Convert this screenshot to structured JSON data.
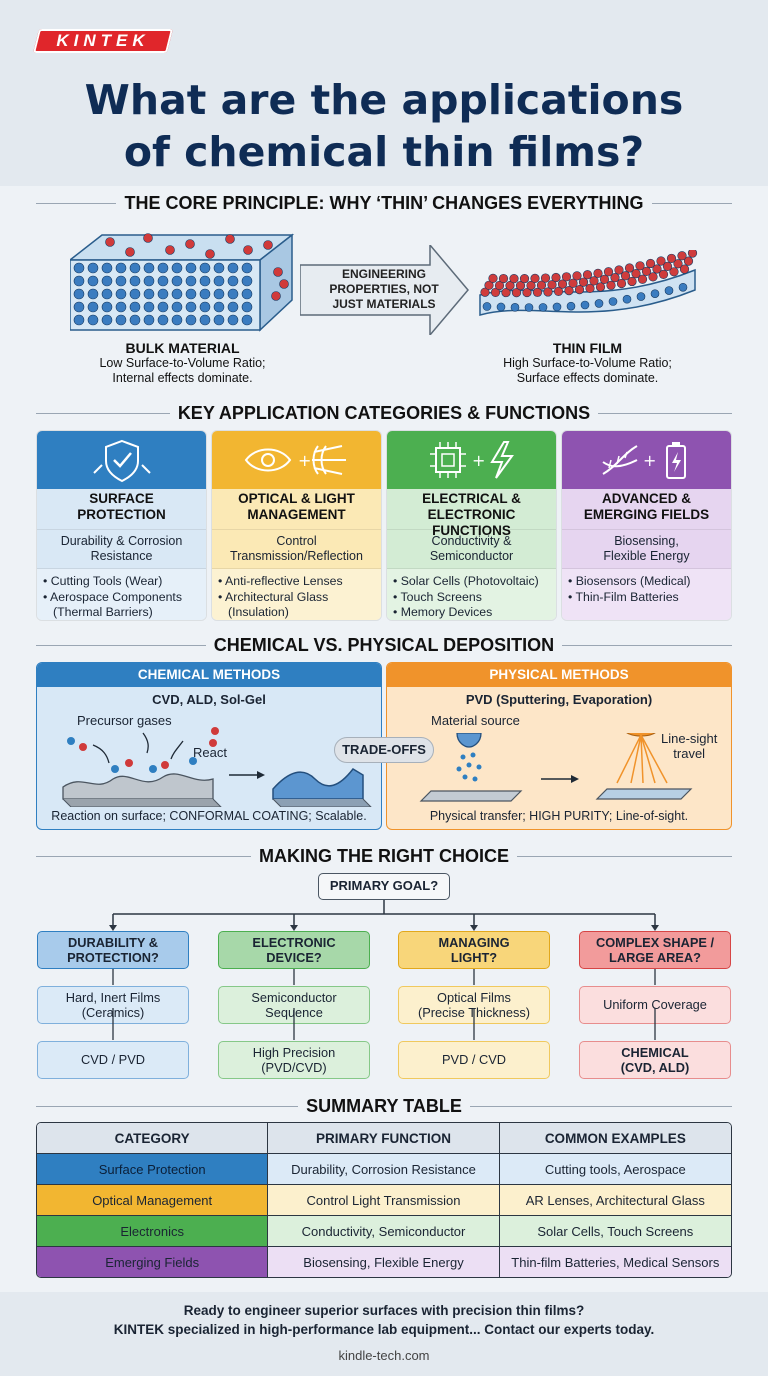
{
  "brand": "KINTEK",
  "title_line1": "What are the applications",
  "title_line2": "of chemical thin films?",
  "core": {
    "section": "THE CORE PRINCIPLE: WHY ‘THIN’ CHANGES EVERYTHING",
    "arrow_text": "ENGINEERING PROPERTIES, NOT JUST MATERIALS",
    "bulk_title": "BULK MATERIAL",
    "bulk_desc1": "Low Surface-to-Volume Ratio;",
    "bulk_desc2": "Internal effects dominate.",
    "thin_title": "THIN FILM",
    "thin_desc1": "High Surface-to-Volume Ratio;",
    "thin_desc2": "Surface effects dominate."
  },
  "categories": {
    "section": "KEY APPLICATION CATEGORIES & FUNCTIONS",
    "items": [
      {
        "name1": "SURFACE",
        "name2": "PROTECTION",
        "func1": "Durability & Corrosion",
        "func2": "Resistance",
        "ex": [
          "• Cutting Tools (Wear)",
          "• Aerospace Components",
          "  (Thermal Barriers)"
        ],
        "color": "#2f7fc1"
      },
      {
        "name1": "OPTICAL & LIGHT",
        "name2": "MANAGEMENT",
        "func1": "Control",
        "func2": "Transmission/Reflection",
        "ex": [
          "• Anti-reflective Lenses",
          "• Architectural Glass",
          "  (Insulation)"
        ],
        "color": "#f2b631"
      },
      {
        "name1": "ELECTRICAL &",
        "name2": "ELECTRONIC FUNCTIONS",
        "func1": "Conductivity &",
        "func2": "Semiconductor",
        "ex": [
          "• Solar Cells (Photovoltaic)",
          "• Touch Screens",
          "• Memory Devices"
        ],
        "color": "#4caf50"
      },
      {
        "name1": "ADVANCED &",
        "name2": "EMERGING FIELDS",
        "func1": "Biosensing,",
        "func2": "Flexible Energy",
        "ex": [
          "• Biosensors (Medical)",
          "• Thin-Film Batteries"
        ],
        "color": "#8e53b0"
      }
    ]
  },
  "deposition": {
    "section": "CHEMICAL VS. PHYSICAL DEPOSITION",
    "chem_head": "CHEMICAL METHODS",
    "chem_sub": "CVD, ALD, Sol-Gel",
    "chem_label1": "Precursor gases",
    "chem_label2": "React",
    "chem_foot": "Reaction on surface; CONFORMAL COATING; Scalable.",
    "tradeoff": "TRADE-OFFS",
    "phys_head": "PHYSICAL METHODS",
    "phys_sub": "PVD (Sputtering, Evaporation)",
    "phys_label1": "Material source",
    "phys_label2": "Line-sight",
    "phys_label3": "travel",
    "phys_foot": "Physical transfer; HIGH PURITY; Line-of-sight."
  },
  "choice": {
    "section": "MAKING THE RIGHT CHOICE",
    "goal": "PRIMARY GOAL?",
    "cols": [
      {
        "head1": "DURABILITY &",
        "head2": "PROTECTION?",
        "mid1": "Hard, Inert Films",
        "mid2": "(Ceramics)",
        "bot1": "CVD / PVD",
        "bot2": ""
      },
      {
        "head1": "ELECTRONIC",
        "head2": "DEVICE?",
        "mid1": "Semiconductor",
        "mid2": "Sequence",
        "bot1": "High Precision",
        "bot2": "(PVD/CVD)"
      },
      {
        "head1": "MANAGING",
        "head2": "LIGHT?",
        "mid1": "Optical Films",
        "mid2": "(Precise Thickness)",
        "bot1": "PVD / CVD",
        "bot2": ""
      },
      {
        "head1": "COMPLEX SHAPE /",
        "head2": "LARGE AREA?",
        "mid1": "Uniform Coverage",
        "mid2": "",
        "bot1": "CHEMICAL",
        "bot2": "(CVD, ALD)"
      }
    ]
  },
  "summary": {
    "section": "SUMMARY TABLE",
    "headers": [
      "CATEGORY",
      "PRIMARY FUNCTION",
      "COMMON EXAMPLES"
    ],
    "rows": [
      [
        "Surface Protection",
        "Durability, Corrosion Resistance",
        "Cutting tools, Aerospace"
      ],
      [
        "Optical Management",
        "Control Light Transmission",
        "AR Lenses, Architectural Glass"
      ],
      [
        "Electronics",
        "Conductivity, Semiconductor",
        "Solar Cells, Touch Screens"
      ],
      [
        "Emerging Fields",
        "Biosensing, Flexible Energy",
        "Thin-film Batteries, Medical Sensors"
      ]
    ]
  },
  "footer": {
    "line1": "Ready to engineer superior surfaces with precision thin films?",
    "line2": "KINTEK specialized in high-performance lab equipment... Contact our experts today.",
    "url": "kindle-tech.com"
  }
}
